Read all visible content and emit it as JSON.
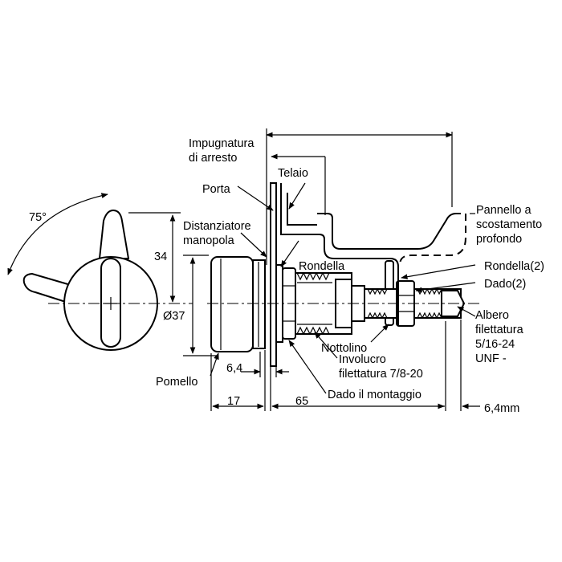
{
  "labels": {
    "impugnatura_l1": "Impugnatura",
    "impugnatura_l2": "di arresto",
    "telaio": "Telaio",
    "porta": "Porta",
    "pannello_l1": "Pannello a",
    "pannello_l2": "scostamento",
    "pannello_l3": "profondo",
    "distanziatore_l1": "Distanziatore",
    "distanziatore_l2": "manopola",
    "rondella": "Rondella",
    "rondella2": "Rondella(2)",
    "dado2": "Dado(2)",
    "albero_l1": "Albero",
    "albero_l2": "filettatura",
    "albero_l3": "5/16-24",
    "albero_l4": "UNF -",
    "nottolino": "Nottolino",
    "involucro_l1": "Involucro",
    "involucro_l2": "filettatura 7/8-20",
    "dado_montaggio": "Dado il montaggio",
    "pomello": "Pomello"
  },
  "dimensions": {
    "angle": "75°",
    "height": "34",
    "diameter": "Ø37",
    "spacer": "6,4",
    "knob_depth": "17",
    "body_length": "65",
    "shaft_ext": "6,4mm"
  }
}
